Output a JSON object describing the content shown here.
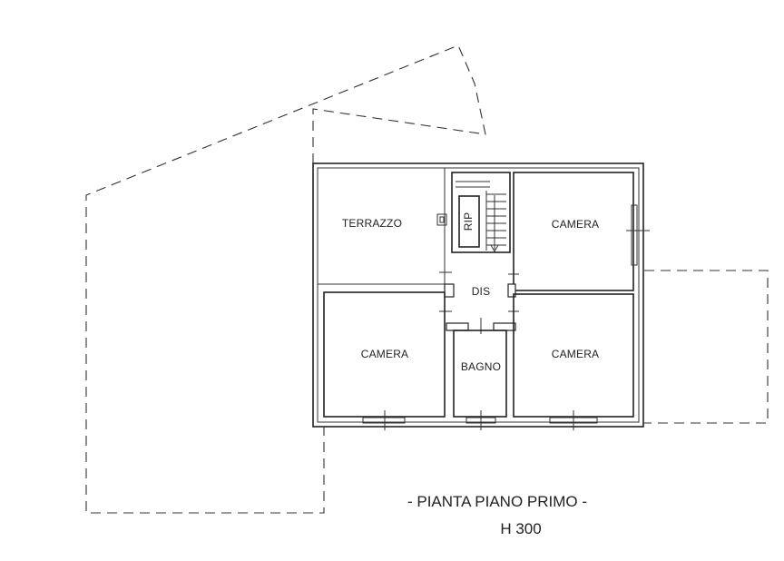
{
  "rooms": {
    "terrazzo": "TERRAZZO",
    "rip": "RIP",
    "camera_top_right": "CAMERA",
    "dis": "DIS",
    "camera_bottom_left": "CAMERA",
    "bagno": "BAGNO",
    "camera_bottom_right": "CAMERA"
  },
  "caption": {
    "title": "- PIANTA PIANO PRIMO -",
    "height": "H 300"
  }
}
